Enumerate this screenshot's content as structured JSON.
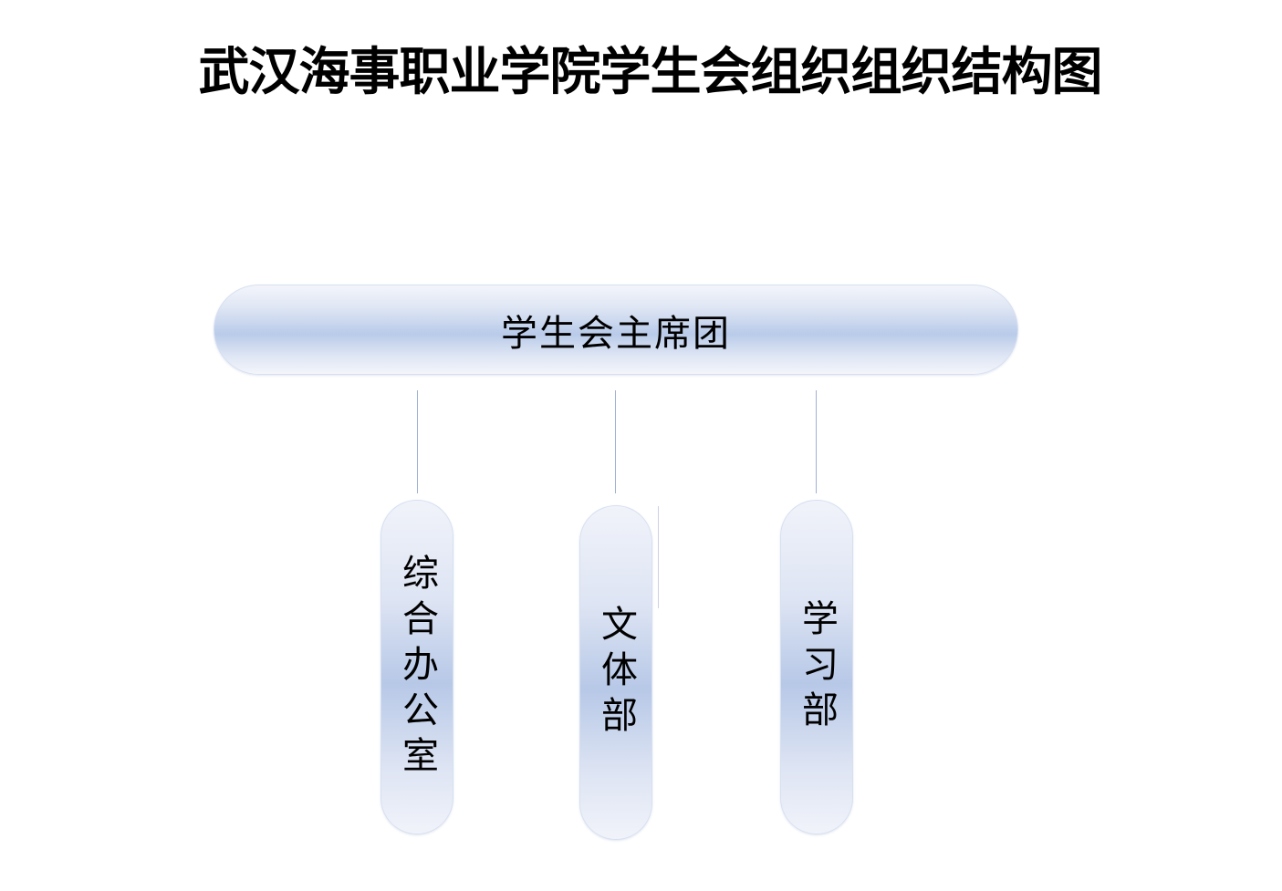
{
  "title": "武汉海事职业学院学生会组织组织结构图",
  "colors": {
    "node_fill_center": "#b9cbe9",
    "node_fill_edge": "#f3f5fb",
    "connector": "#9fb0d4",
    "text": "#000000"
  },
  "root": {
    "label": "学生会主席团"
  },
  "children": [
    {
      "label": "综合办公室"
    },
    {
      "label": "文体部"
    },
    {
      "label": "学习部"
    }
  ]
}
